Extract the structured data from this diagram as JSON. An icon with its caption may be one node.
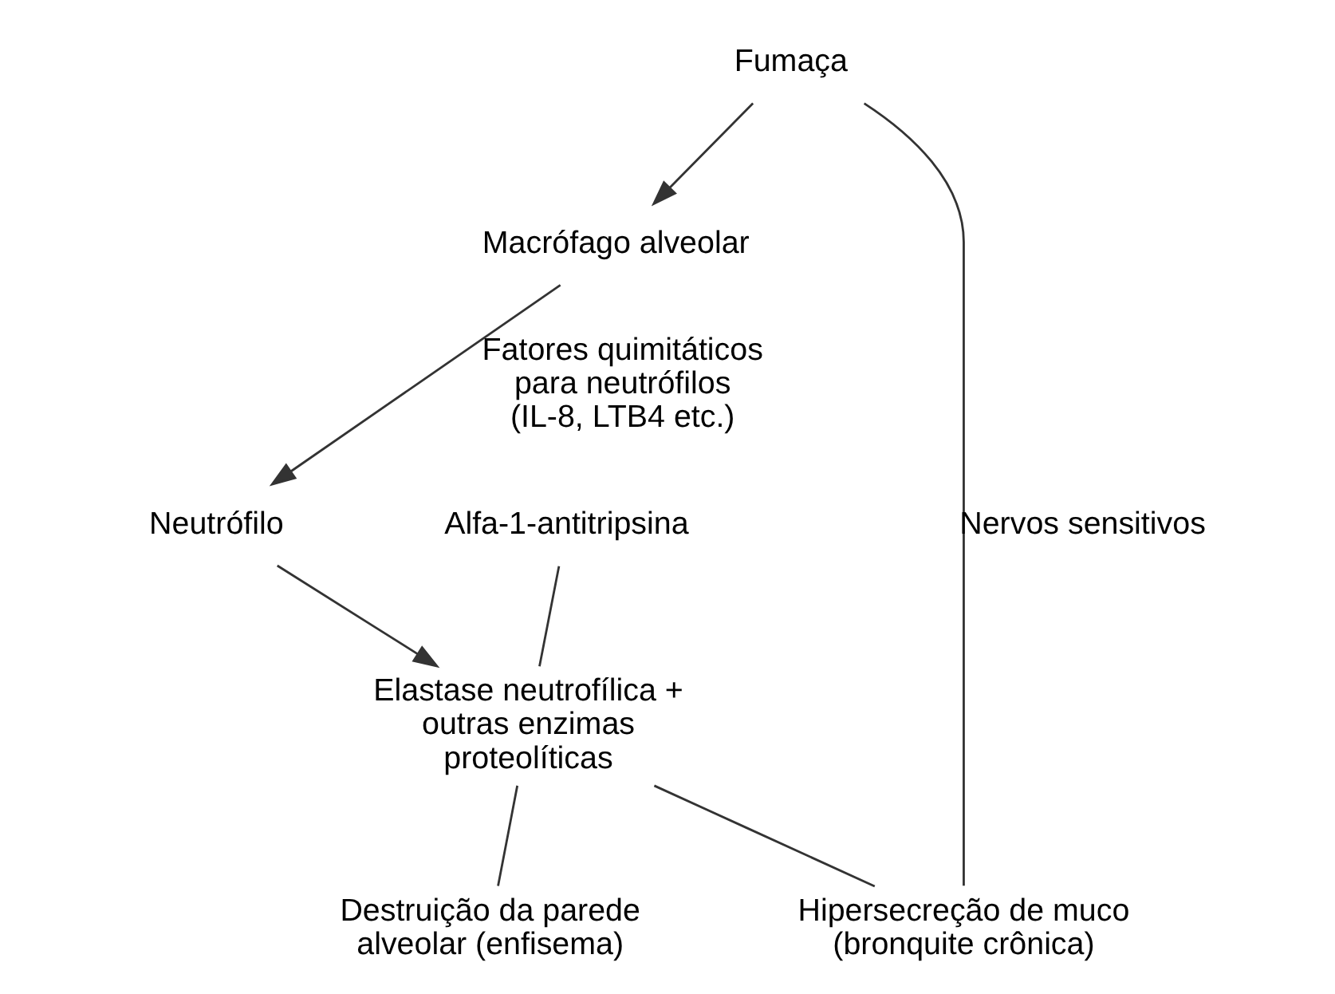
{
  "diagram": {
    "nodes": [
      {
        "text": [
          "Fumaça"
        ]
      },
      {
        "text": [
          "Macrófago alveolar"
        ]
      },
      {
        "text": [
          "Neutrófilo"
        ]
      },
      {
        "text": [
          "Alfa-1-antitripsina"
        ]
      },
      {
        "text": [
          "Elastase neutrofílica + outras enzimas proteolíticas"
        ]
      },
      {
        "text": [
          "Destruição da parede alveolar (enfisema)"
        ]
      },
      {
        "text": [
          "Hipersecreção de muco (bronquite crônica)"
        ]
      }
    ],
    "edges": [
      {
        "from": 0,
        "to": 1,
        "arrow": "to"
      },
      {
        "from": 1,
        "to": 2,
        "arrow": "to",
        "label": "Fatores quimitáticos para neutrófilos (IL-8, LTB4 etc.)"
      },
      {
        "from": 2,
        "to": 4,
        "arrow": "to"
      },
      {
        "from": 3,
        "to": 4,
        "arrow": "none"
      },
      {
        "from": 4,
        "to": 5,
        "arrow": "none"
      },
      {
        "from": 4,
        "to": 6,
        "arrow": "none"
      },
      {
        "from": 0,
        "to": 6,
        "arrow": "none",
        "label": "Nervos sensitivos"
      }
    ]
  }
}
